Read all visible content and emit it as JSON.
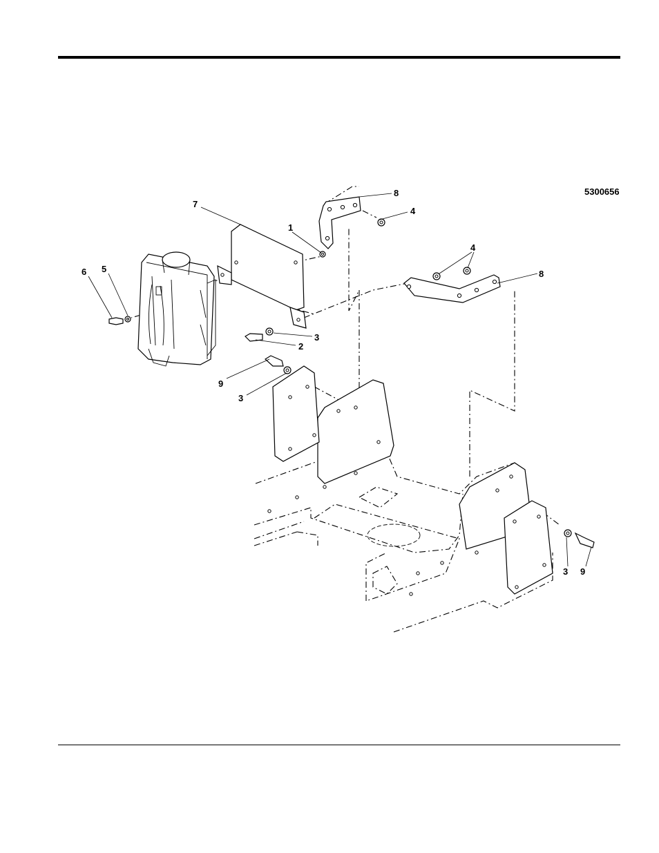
{
  "figure_id": "5300656",
  "callouts": [
    {
      "id": "c1",
      "text": "1"
    },
    {
      "id": "c2",
      "text": "2"
    },
    {
      "id": "c3a",
      "text": "3"
    },
    {
      "id": "c3b",
      "text": "3"
    },
    {
      "id": "c3c",
      "text": "3"
    },
    {
      "id": "c4a",
      "text": "4"
    },
    {
      "id": "c4b",
      "text": "4"
    },
    {
      "id": "c5",
      "text": "5"
    },
    {
      "id": "c6",
      "text": "6"
    },
    {
      "id": "c7",
      "text": "7"
    },
    {
      "id": "c8a",
      "text": "8"
    },
    {
      "id": "c8b",
      "text": "8"
    },
    {
      "id": "c9a",
      "text": "9"
    },
    {
      "id": "c9b",
      "text": "9"
    }
  ]
}
